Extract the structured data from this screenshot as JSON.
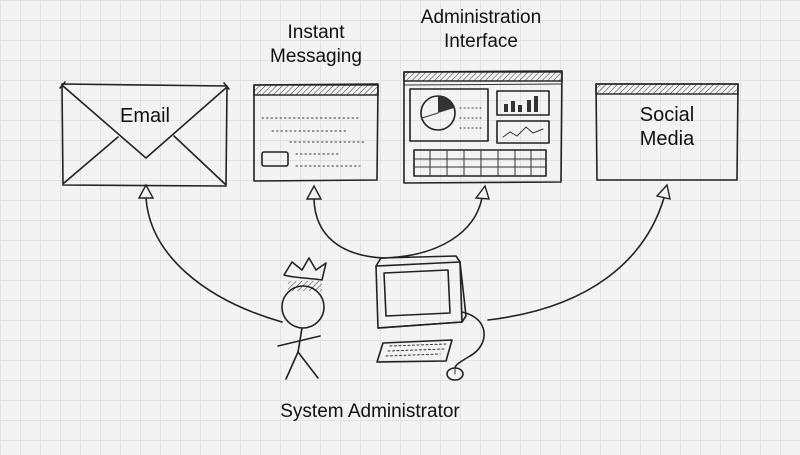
{
  "nodes": {
    "email": {
      "label": "Email"
    },
    "instant_messaging": {
      "label_line1": "Instant",
      "label_line2": "Messaging"
    },
    "administration_interface": {
      "label_line1": "Administration",
      "label_line2": "Interface"
    },
    "social_media": {
      "label_line1": "Social",
      "label_line2": "Media"
    },
    "system_administrator": {
      "label": "System Administrator"
    }
  },
  "edges": [
    {
      "from": "system_administrator",
      "to": "email"
    },
    {
      "from": "system_administrator",
      "to": "instant_messaging"
    },
    {
      "from": "system_administrator",
      "to": "administration_interface"
    },
    {
      "from": "system_administrator",
      "to": "social_media"
    }
  ]
}
